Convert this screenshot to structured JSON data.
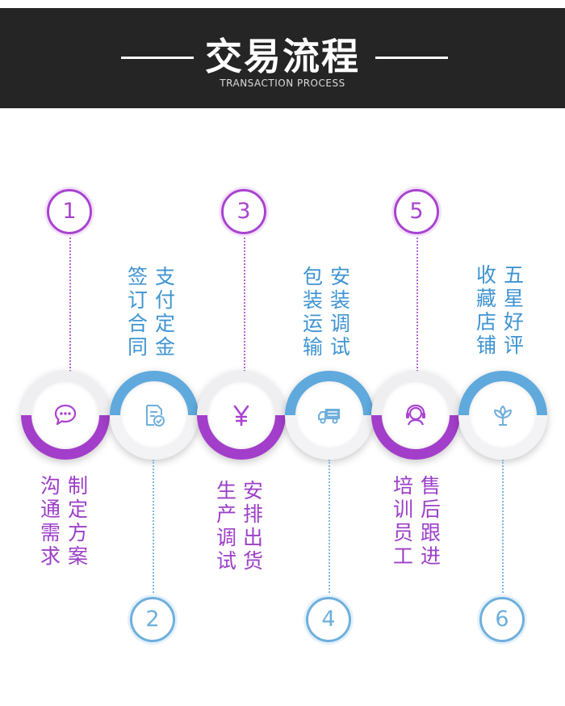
{
  "header": {
    "title": "交易流程",
    "subtitle": "TRANSACTION PROCESS"
  },
  "steps": [
    {
      "number": "1",
      "label_col1": "沟通需求",
      "label_col2": "制定方案",
      "color": "purple",
      "icon": "chat-bubble-icon"
    },
    {
      "number": "2",
      "label_col1": "签订合同",
      "label_col2": "支付定金",
      "color": "blue",
      "icon": "contract-check-icon"
    },
    {
      "number": "3",
      "label_col1": "生产调试",
      "label_col2": "安排出货",
      "color": "purple",
      "icon": "yen-icon"
    },
    {
      "number": "4",
      "label_col1": "包装运输",
      "label_col2": "安装调试",
      "color": "blue",
      "icon": "delivery-truck-icon"
    },
    {
      "number": "5",
      "label_col1": "培训员工",
      "label_col2": "售后跟进",
      "color": "purple",
      "icon": "customer-service-icon"
    },
    {
      "number": "6",
      "label_col1": "收藏店铺",
      "label_col2": "五星好评",
      "color": "blue",
      "icon": "flower-icon"
    }
  ],
  "colors": {
    "header_bg": "#252525",
    "purple": "#a944cf",
    "blue": "#6eafdc",
    "purple_text": "#9c3fc8",
    "blue_text": "#3f94d2"
  }
}
